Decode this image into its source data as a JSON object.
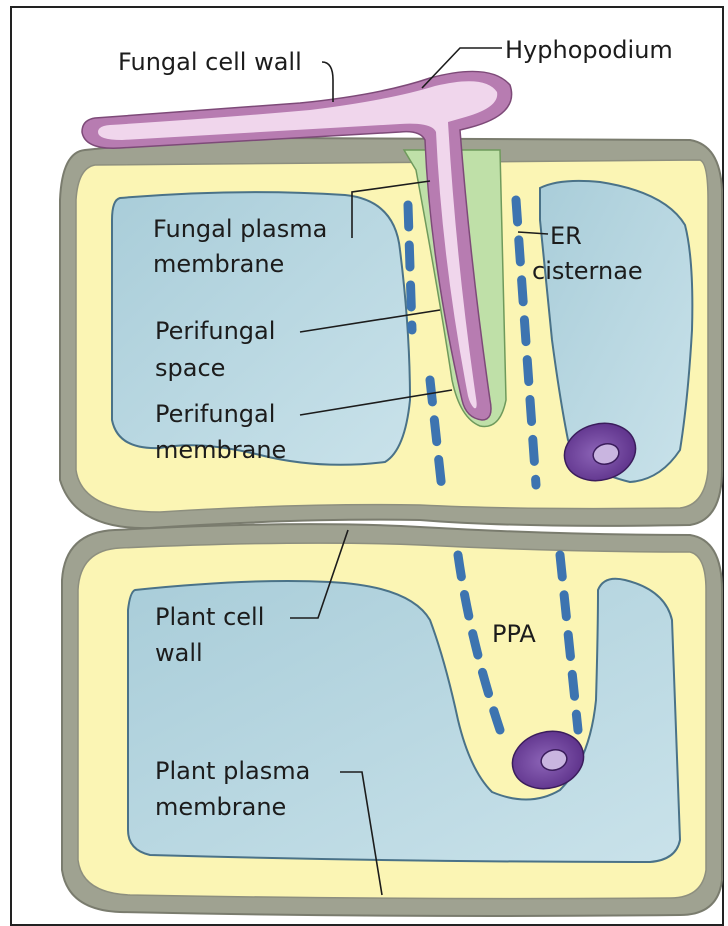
{
  "labels": {
    "fungal_cell_wall": "Fungal cell wall",
    "hyphopodium": "Hyphopodium",
    "fungal_plasma_line1": "Fungal plasma",
    "fungal_plasma_line2": "membrane",
    "perifungal_space_line1": "Perifungal",
    "perifungal_space_line2": "space",
    "perifungal_membrane_line1": "Perifungal",
    "perifungal_membrane_line2": "membrane",
    "er_line1": "ER",
    "er_line2": "cisternae",
    "plant_cell_wall_line1": "Plant cell",
    "plant_cell_wall_line2": "wall",
    "ppa": "PPA",
    "plant_plasma_line1": "Plant plasma",
    "plant_plasma_line2": "membrane"
  },
  "colors": {
    "cell_wall": "#9fa291",
    "cytoplasm": "#fbf5b4",
    "vacuole": "#b7d8e2",
    "fungus_wall": "#b77cb1",
    "fungus_fill": "#f1d6ec",
    "perifungal_membrane": "#a9cf95",
    "er": "#3d74b0",
    "nucleus": "#6a3d99"
  }
}
